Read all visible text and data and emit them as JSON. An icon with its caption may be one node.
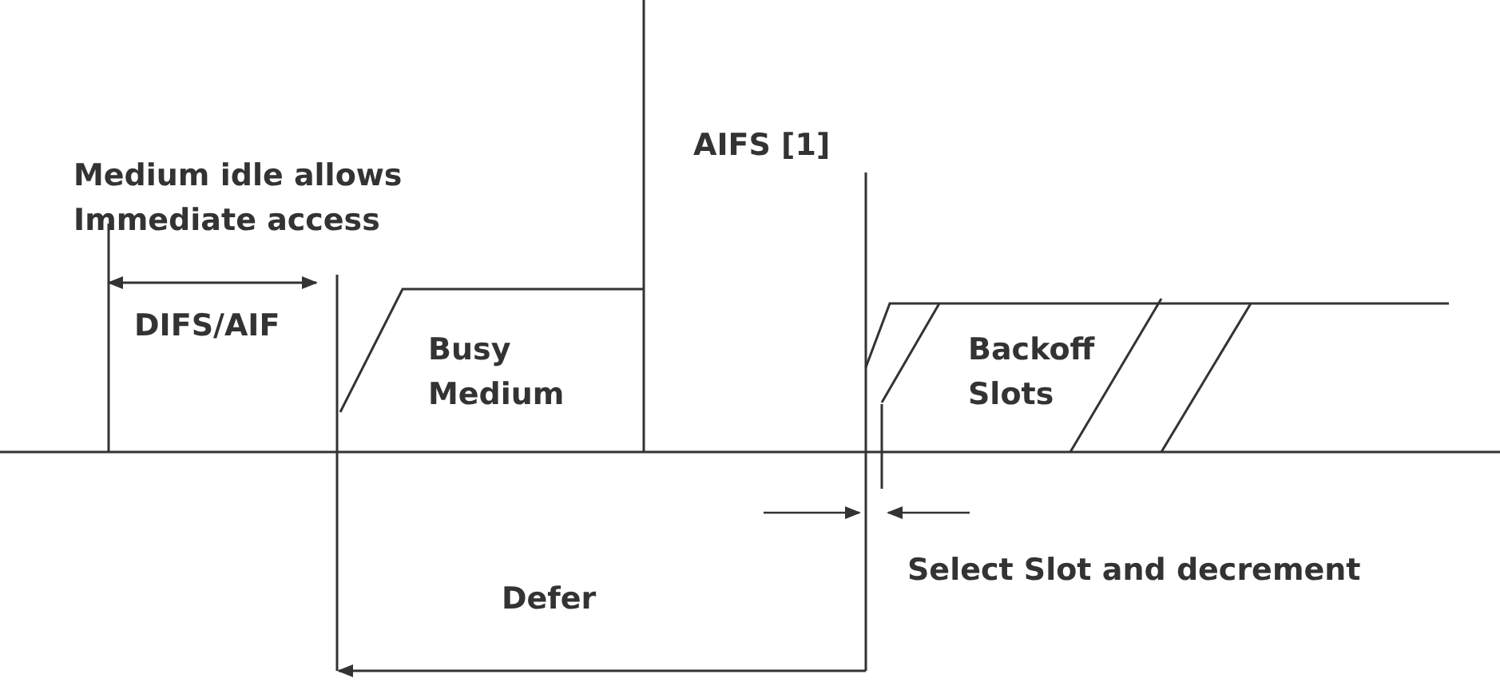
{
  "diagram": {
    "labels": [
      "Medium idle allows Immediate access",
      "AIFS [1]",
      "DIFS/AIF",
      "Busy Medium",
      "Backoff Slots",
      "Select Slot and decrement",
      "Defer"
    ]
  }
}
